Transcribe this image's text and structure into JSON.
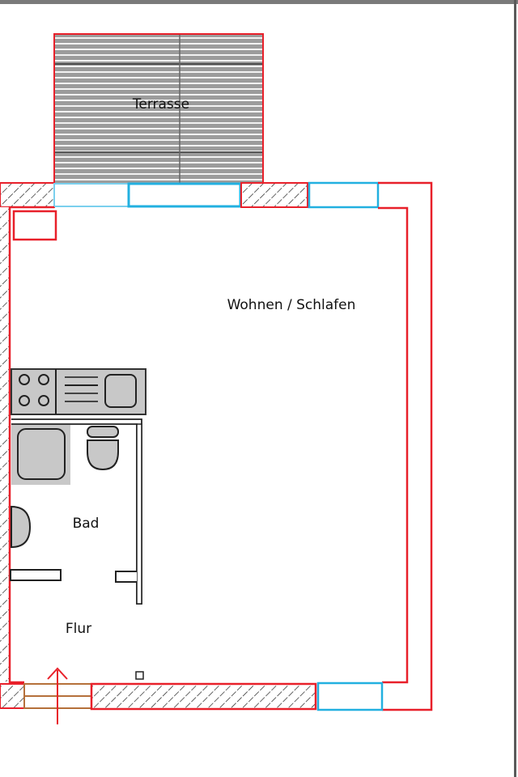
{
  "plan": {
    "rooms": [
      {
        "id": "terrace",
        "label": "Terrasse"
      },
      {
        "id": "living",
        "label": "Wohnen / Schlafen"
      },
      {
        "id": "bath",
        "label": "Bad"
      },
      {
        "id": "hall",
        "label": "Flur"
      }
    ],
    "colors": {
      "wall_outline": "#e8202a",
      "window": "#22b0e0",
      "door": "#b5703a",
      "fixture_fill": "#c8c8c8",
      "hatch": "#222222",
      "frame": "#7a7a7a",
      "entrance_arrow": "#e8202a"
    }
  }
}
